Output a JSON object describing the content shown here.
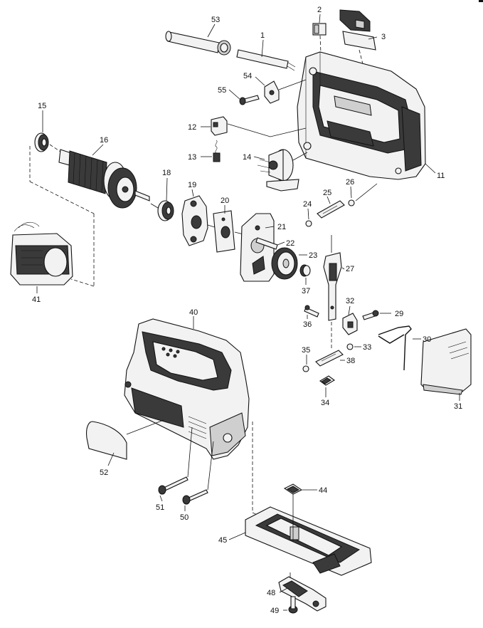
{
  "diagram": {
    "labels": {
      "p1": "1",
      "p2": "2",
      "p3": "3",
      "p11": "11",
      "p12": "12",
      "p13": "13",
      "p14": "14",
      "p15": "15",
      "p16": "16",
      "p18": "18",
      "p19": "19",
      "p20": "20",
      "p21": "21",
      "p22": "22",
      "p23": "23",
      "p24": "24",
      "p25": "25",
      "p26": "26",
      "p27": "27",
      "p29": "29",
      "p30": "30",
      "p31": "31",
      "p32": "32",
      "p33": "33",
      "p34": "34",
      "p35": "35",
      "p36": "36",
      "p37": "37",
      "p38": "38",
      "p40": "40",
      "p41": "41",
      "p44": "44",
      "p45": "45",
      "p48": "48",
      "p49": "49",
      "p50": "50",
      "p51": "51",
      "p52": "52",
      "p53": "53",
      "p54": "54",
      "p55": "55"
    }
  }
}
